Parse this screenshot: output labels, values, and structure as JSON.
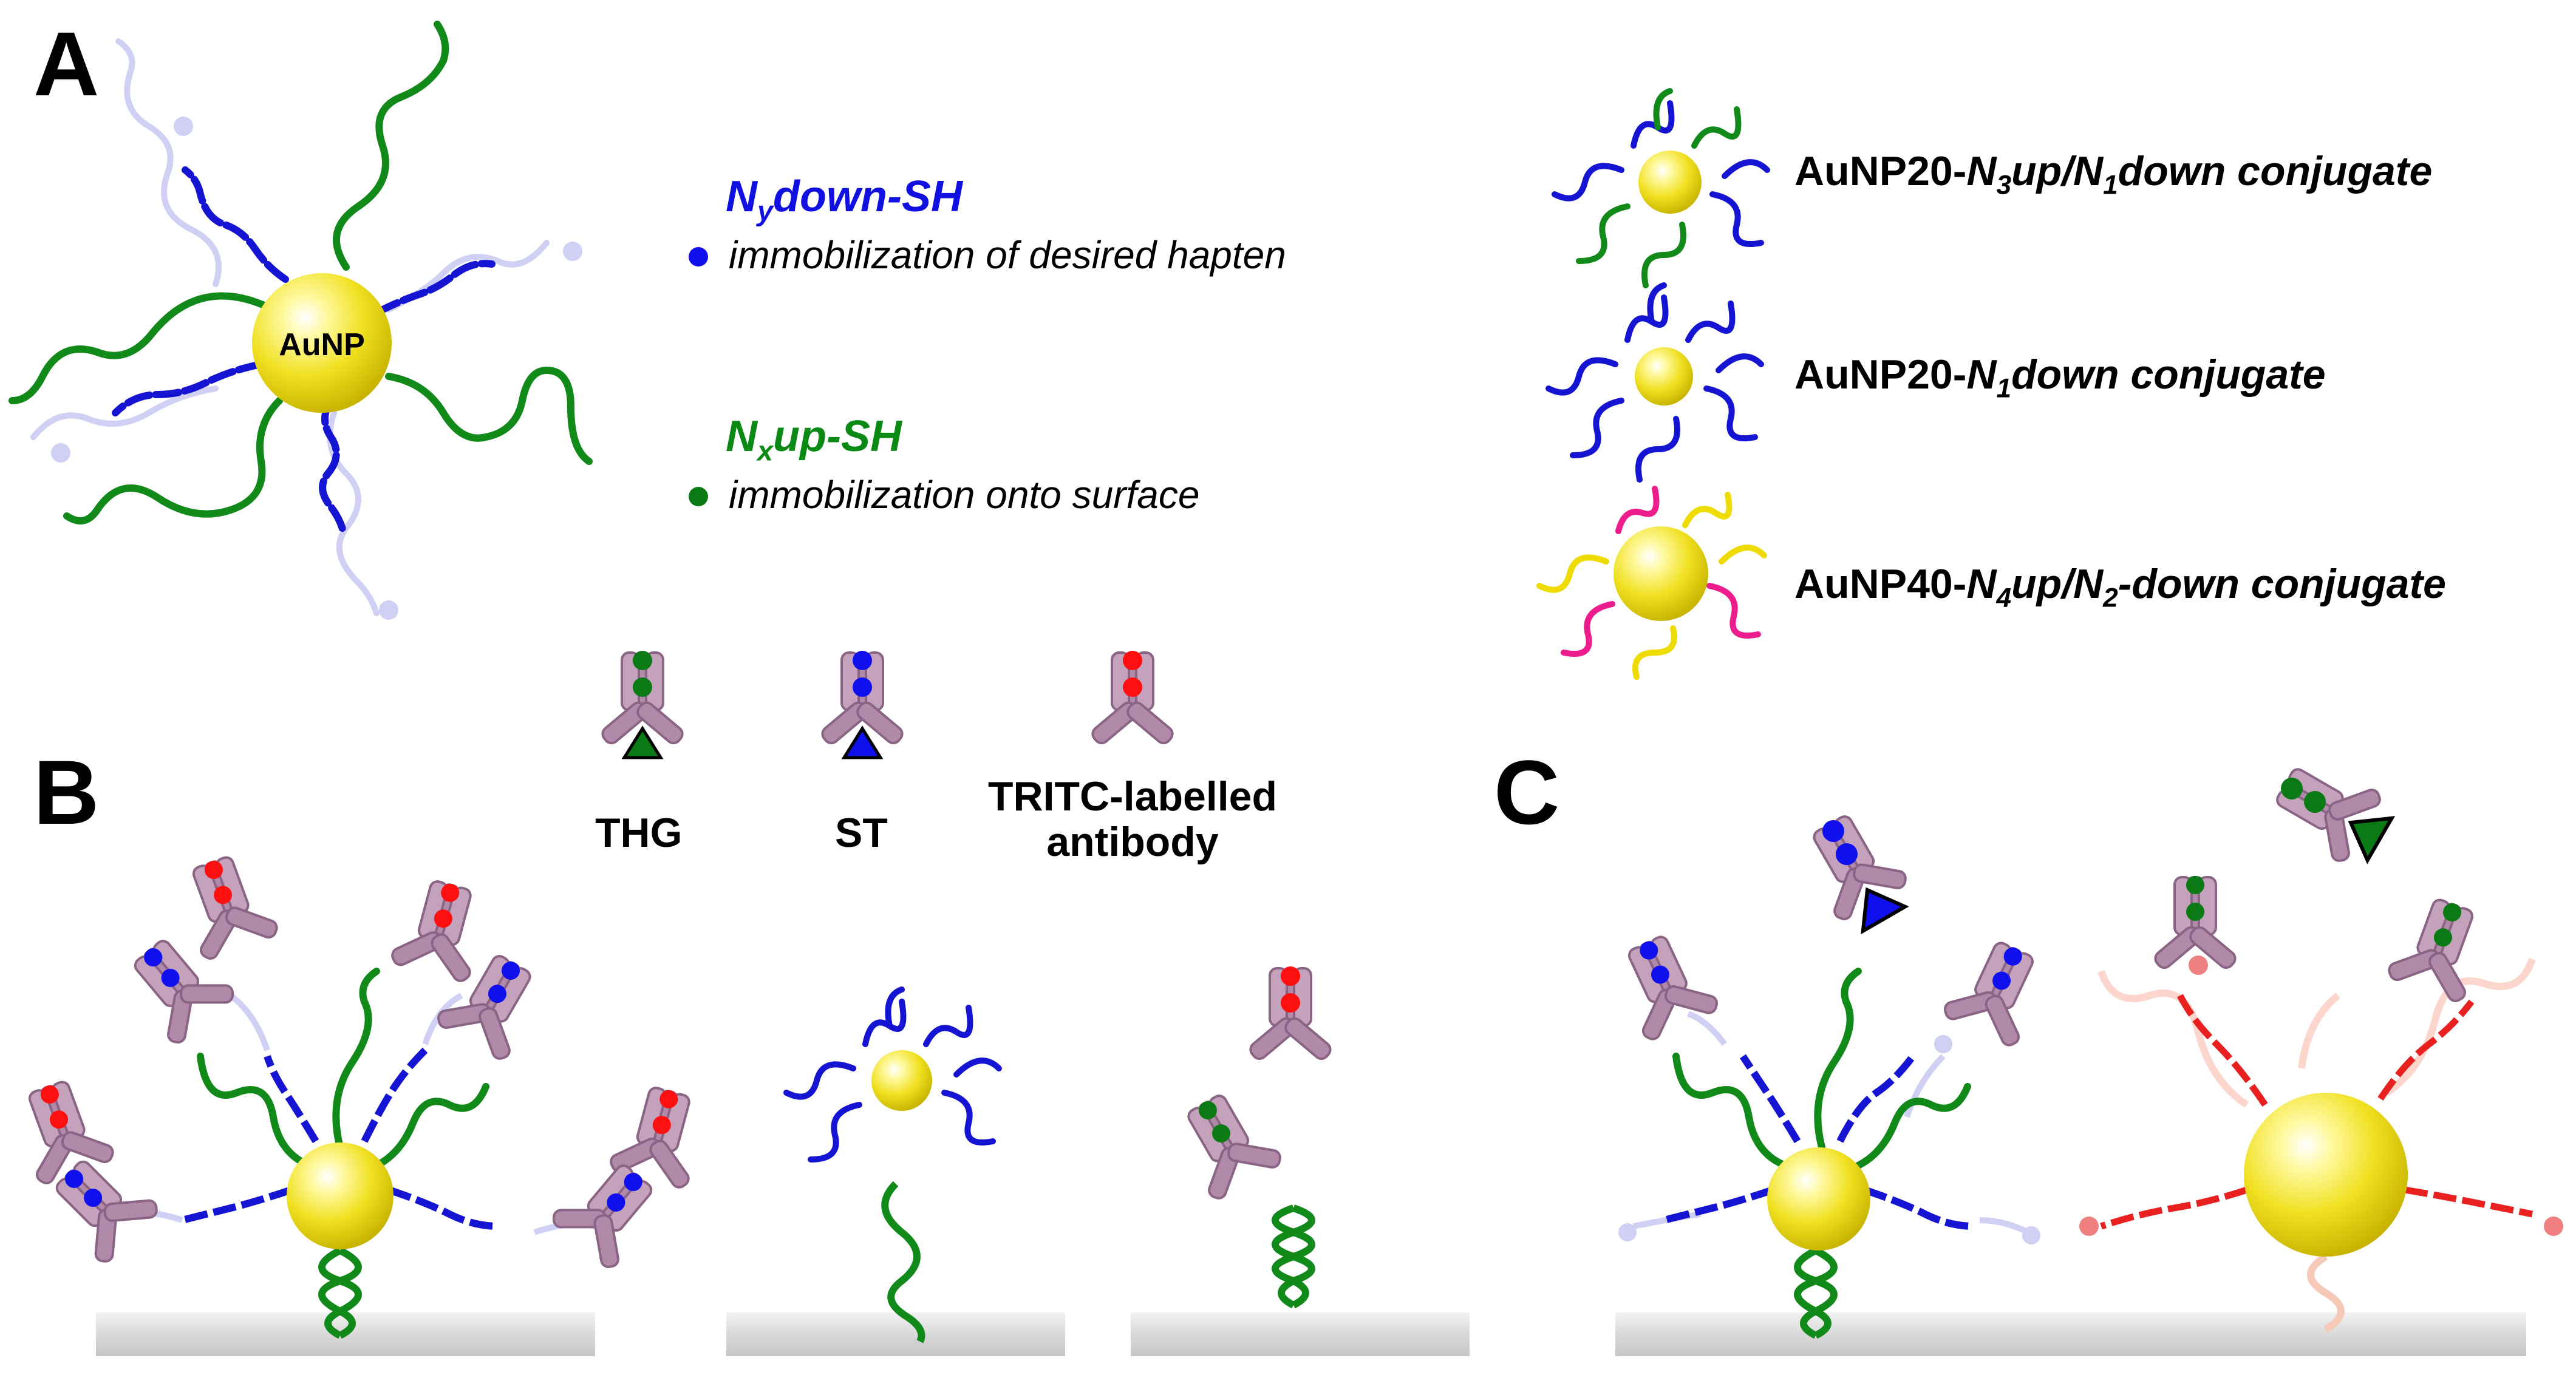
{
  "panels": {
    "a": "A",
    "b": "B",
    "c": "C"
  },
  "auNP_label": "AuNP",
  "legend": {
    "ydown_main": "N",
    "ydown_sub": "y",
    "ydown_rest": "down-SH",
    "ydown_desc": "immobilization of desired hapten",
    "xup_main": "N",
    "xup_sub": "x",
    "xup_rest": "up-SH",
    "xup_desc": "immobilization onto surface"
  },
  "conjugates": [
    {
      "prefix": "AuNP20-",
      "p1": "N",
      "s1": "3",
      "p2": "up/",
      "p3": "N",
      "s2": "1",
      "p4": "down conjugate"
    },
    {
      "prefix": "AuNP20-",
      "p1": "N",
      "s1": "1",
      "p2": "down conjugate"
    },
    {
      "prefix": "AuNP40-",
      "p1": "N",
      "s1": "4",
      "p2": "up/",
      "p3": "N",
      "s2": "2",
      "p4": "-down conjugate"
    }
  ],
  "antibodies": {
    "thg": "THG",
    "st": "ST",
    "tritc_line1": "TRITC-labelled",
    "tritc_line2": "antibody"
  },
  "colors": {
    "dna_blue": "#1414d2",
    "dna_green": "#128a1a",
    "dna_faint": "#c8c8f0",
    "gold": "#f0e020",
    "antibody": "#b08aa8",
    "dot_red": "#ff1010",
    "dot_blue": "#1010ee",
    "dot_green": "#0a7a14",
    "magenta": "#ee1d8e",
    "yellow": "#eedc00",
    "red_strand": "#e82020"
  },
  "icons": [
    "gold-nanoparticle",
    "dna-strand",
    "antibody-icon",
    "surface-slab"
  ]
}
